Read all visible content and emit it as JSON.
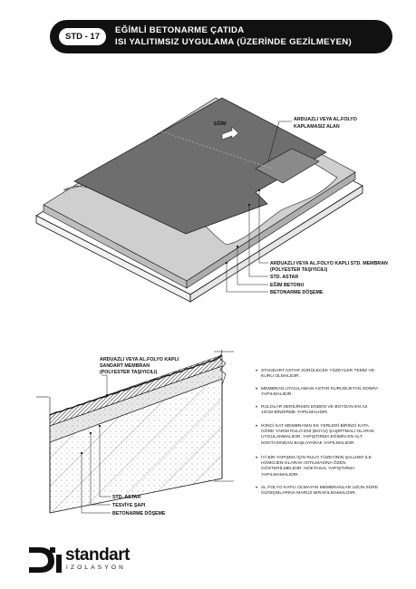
{
  "header": {
    "code": "STD - 17",
    "title_line1": "EĞİMLİ BETONARME ÇATIDA",
    "title_line2": "ISI YALITIMSIZ UYGULAMA (ÜZERİNDE GEZİLMEYEN)"
  },
  "top_diagram": {
    "slope_label": "EĞİM",
    "callout_area_line1": "ARDUAZLI VEYA  AL.FOLYO",
    "callout_area_line2": "KAPLAMASIZ  ALAN",
    "labels": [
      "ARDUAZLI VEYA  AL.FOLYO KAPLI STD. MEMBRAN",
      "(POLYESTER TAŞIYICILI)",
      "STD. ASTAR",
      "EĞİM BETONU",
      "BETONARME DÖŞEME"
    ]
  },
  "section_diagram": {
    "top_label_line1": "ARDUAZLI VEYA  AL.FOLYO KAPLI",
    "top_label_line2": "SANDART MEMBRAN",
    "top_label_line3": "(POLYESTER TAŞIYICILI)",
    "labels": [
      "STD. ASTAR",
      "TESVİYE ŞAPI",
      "BETONARME DÖŞEME"
    ]
  },
  "notes": [
    "STANDART ASTAR SÜRÜLECEK YÜZEYLER TEMİZ VE KURU OLMALIDIR.",
    "MEMBRAN UYGULAMASI ASTAR KURUDUKTAN SONRA YAPILMALIDIR.",
    "RULOLAR SERİLİRKEN ENDEN VE BOYDAN EN AZ 10cm BİNDİRME YAPILMALIDIR.",
    "İKİNCİ KAT MEMBRANIN EK YERLERİ BİRİNCİ KATA GÖRE YARIM RULO ENİ (BOYU) ŞAŞIRTMALI OLARAK UYGULANMALIDIR. YAPIŞTIRMA EĞİMİN EN ALT NOKTASINDAN BAŞLAYARAK YAPILMALIDIR.",
    "İYİ BİR YAPIŞMA İÇİN RULO YÜZEYİNİN ŞALUMO İLE HOMOJEN OLARAK ISITILMASINA ÖZEN GÖSTERİLMELİDİR. NOKTASAL YAPIŞTIRMA YAPILMAMALIDIR.",
    "AL.FOLYO KAPLI OLMAYAN MEMBRANLAR UZUN SÜRE GÜNIŞINLARINA MARUZ BIRAKILMAMALIDIR."
  ],
  "logo": {
    "brand": "standart",
    "sub": "IZOLASYON"
  },
  "colors": {
    "banner": "#111111",
    "membrane": "#6e6e6e",
    "paper": "#ffffff"
  }
}
